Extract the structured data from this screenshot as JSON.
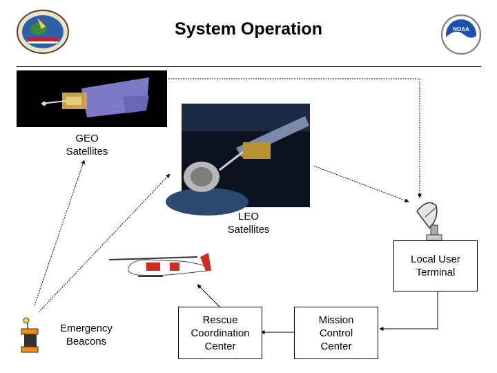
{
  "header": {
    "title": "System Operation"
  },
  "nodes": {
    "geo": [
      "GEO",
      "Satellites"
    ],
    "leo": [
      "LEO",
      "Satellites"
    ],
    "lut": [
      "Local User",
      "Terminal"
    ],
    "beacons": [
      "Emergency",
      "Beacons"
    ],
    "rcc": [
      "Rescue",
      "Coordination",
      "Center"
    ],
    "mcc": [
      "Mission",
      "Control",
      "Center"
    ]
  },
  "logos": {
    "noaa_text": "NOAA"
  }
}
